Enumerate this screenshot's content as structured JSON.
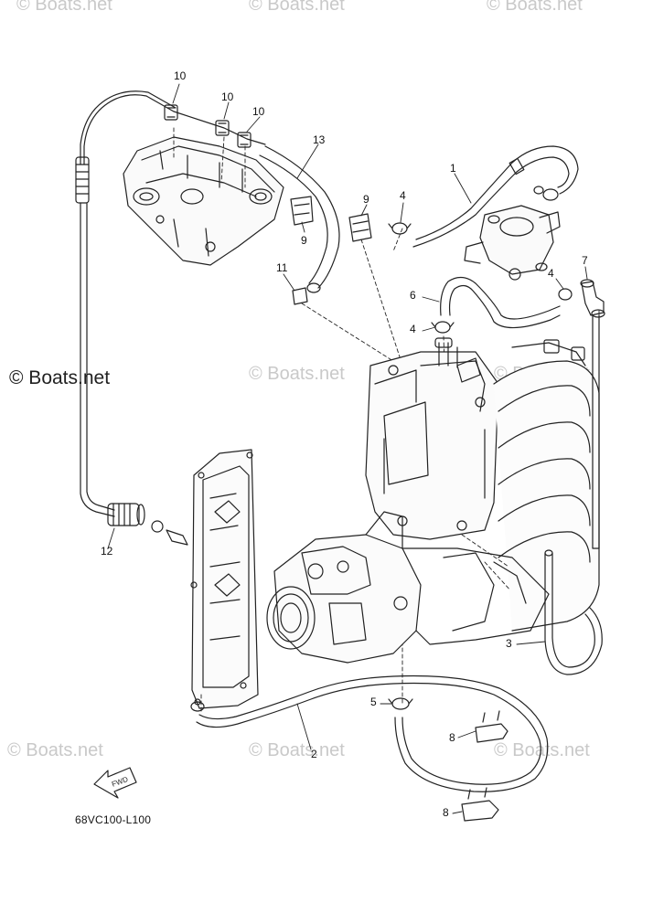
{
  "watermark": {
    "text": "© Boats.net"
  },
  "diagram_code": "68VC100-L100",
  "fwd_label": "FWD",
  "callouts": {
    "c1": "1",
    "c2": "2",
    "c3": "3",
    "c4a": "4",
    "c4b": "4",
    "c4c": "4",
    "c5": "5",
    "c6": "6",
    "c7": "7",
    "c8a": "8",
    "c8b": "8",
    "c9a": "9",
    "c9b": "9",
    "c10a": "10",
    "c10b": "10",
    "c10c": "10",
    "c11": "11",
    "c12": "12",
    "c13": "13"
  }
}
